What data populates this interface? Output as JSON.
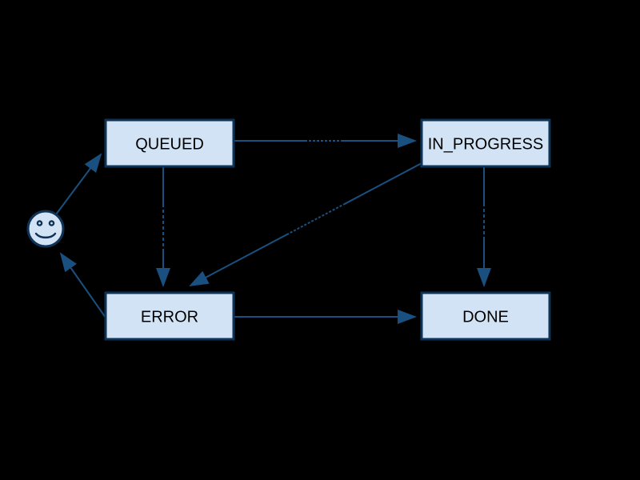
{
  "diagram": {
    "type": "state-machine",
    "colors": {
      "background": "#000000",
      "node_fill": "#d2e3f5",
      "node_border": "#0f3356",
      "edge": "#1a5080",
      "node_text": "#000000",
      "edge_label_text": "#000000"
    },
    "nodes": [
      {
        "id": "queued",
        "label": "QUEUED"
      },
      {
        "id": "in_progress",
        "label": "IN_PROGRESS"
      },
      {
        "id": "error",
        "label": "ERROR"
      },
      {
        "id": "done",
        "label": "DONE"
      }
    ],
    "actor": {
      "icon": "smiley-face-icon"
    },
    "edges": [
      {
        "from": "actor",
        "to": "QUEUED",
        "label": ""
      },
      {
        "from": "QUEUED",
        "to": "IN_PROGRESS",
        "label": "",
        "label_obscured": true
      },
      {
        "from": "QUEUED",
        "to": "ERROR",
        "label": "",
        "label_obscured": true
      },
      {
        "from": "IN_PROGRESS",
        "to": "ERROR",
        "label": "",
        "label_obscured": true
      },
      {
        "from": "IN_PROGRESS",
        "to": "DONE",
        "label": "",
        "label_obscured": true
      },
      {
        "from": "ERROR",
        "to": "DONE",
        "label": ""
      },
      {
        "from": "ERROR",
        "to": "actor",
        "label": ""
      }
    ]
  }
}
